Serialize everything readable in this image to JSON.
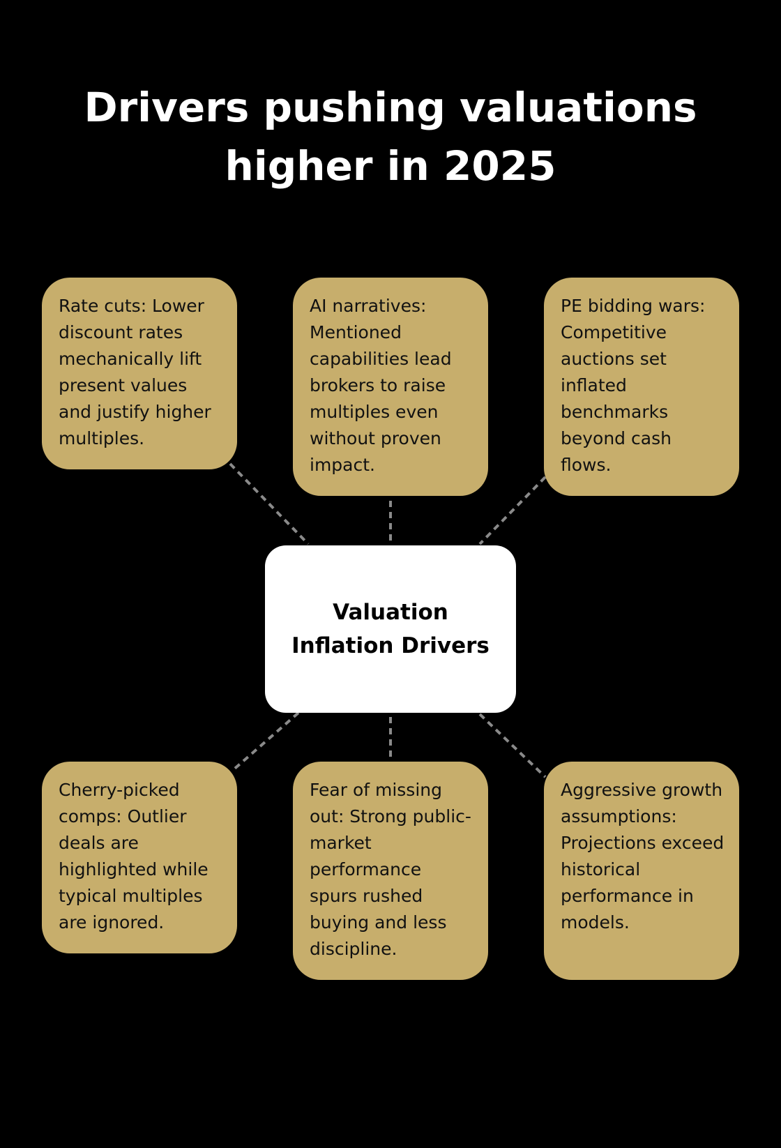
{
  "title": "Drivers pushing valuations higher in 2025",
  "center": {
    "label": "Valuation Inflation Drivers"
  },
  "drivers": [
    {
      "text": "Rate cuts: Lower discount rates mechanically lift present values and justify higher multiples."
    },
    {
      "text": "AI narratives: Mentioned capabilities lead brokers to raise multiples even without proven impact."
    },
    {
      "text": "PE bidding wars: Competitive auctions set inflated benchmarks beyond cash flows."
    },
    {
      "text": "Cherry-picked comps: Outlier deals are highlighted while typical multiples are ignored."
    },
    {
      "text": "Fear of missing out: Strong public-market performance spurs rushed buying and less discipline."
    },
    {
      "text": "Aggressive growth assumptions: Projections exceed historical performance in models."
    }
  ],
  "colors": {
    "background": "#000000",
    "card": "#c7ae6c",
    "center": "#ffffff",
    "connector": "#8a8a8a"
  }
}
